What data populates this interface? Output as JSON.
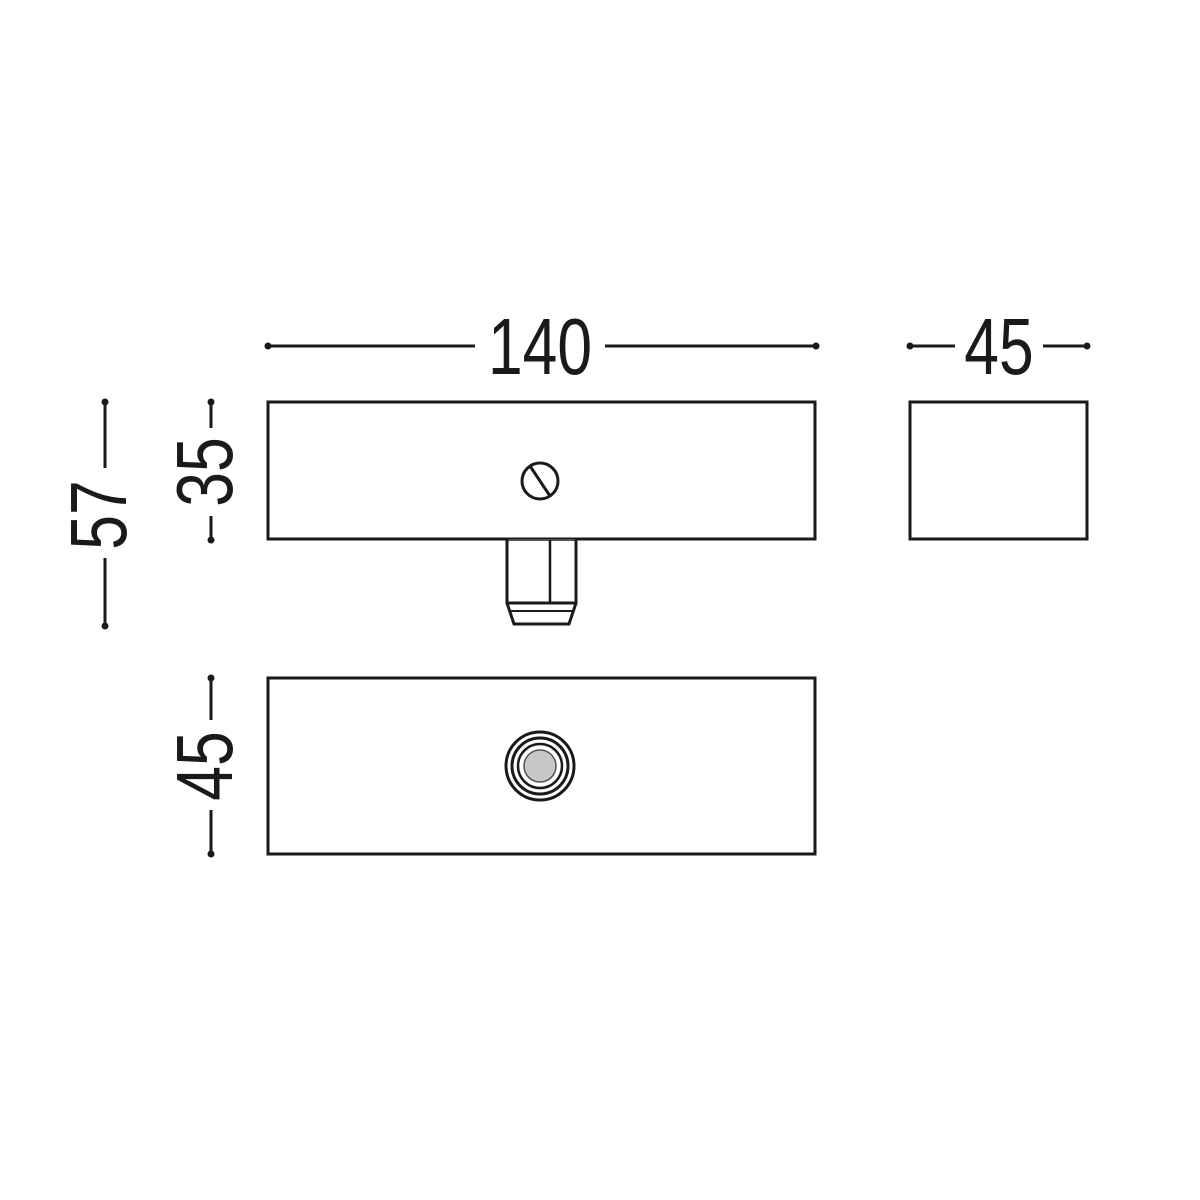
{
  "dimensions": {
    "front_width": "140",
    "side_width": "45",
    "front_height": "35",
    "overall_height": "57",
    "bottom_depth": "45"
  },
  "colors": {
    "line": "#1a1a1a",
    "background": "#ffffff",
    "cable_entry_fill": "#c8c8c8"
  }
}
